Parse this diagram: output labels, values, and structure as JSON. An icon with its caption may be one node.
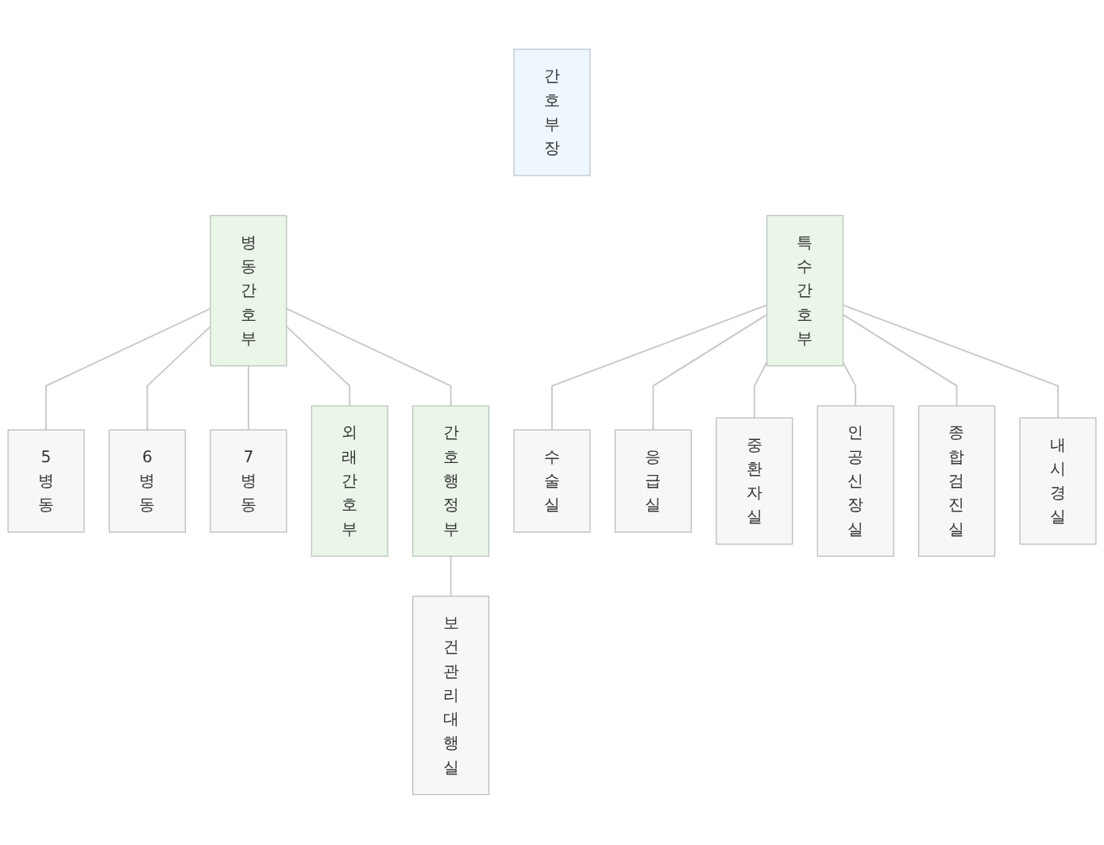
{
  "diagram": {
    "nodes": [
      {
        "text": [
          "간호부장"
        ]
      },
      {
        "text": [
          "병동간호부"
        ]
      },
      {
        "text": [
          "5병동"
        ]
      },
      {
        "text": [
          "6병동"
        ]
      },
      {
        "text": [
          "7병동"
        ]
      },
      {
        "text": [
          "외래간호부"
        ]
      },
      {
        "text": [
          "간호행정부"
        ]
      },
      {
        "text": [
          "보건관리대행실"
        ]
      },
      {
        "text": [
          "특수간호부"
        ]
      },
      {
        "text": [
          "수술실"
        ]
      },
      {
        "text": [
          "응급실"
        ]
      },
      {
        "text": [
          "중환자실"
        ]
      },
      {
        "text": [
          "인공신장실"
        ]
      },
      {
        "text": [
          "종합검진실"
        ]
      },
      {
        "text": [
          "내시경실"
        ]
      }
    ],
    "edges": [
      {
        "from": 1,
        "to": 5,
        "arrow": "none"
      },
      {
        "from": 1,
        "to": 6,
        "arrow": "none"
      },
      {
        "from": 1,
        "to": 2,
        "arrow": "none"
      },
      {
        "from": 1,
        "to": 3,
        "arrow": "none"
      },
      {
        "from": 1,
        "to": 4,
        "arrow": "none"
      },
      {
        "from": 6,
        "to": 7,
        "arrow": "none"
      },
      {
        "from": 8,
        "to": 9,
        "arrow": "none"
      },
      {
        "from": 8,
        "to": 10,
        "arrow": "none"
      },
      {
        "from": 8,
        "to": 11,
        "arrow": "none"
      },
      {
        "from": 8,
        "to": 12,
        "arrow": "none"
      },
      {
        "from": 8,
        "to": 13,
        "arrow": "none"
      },
      {
        "from": 8,
        "to": 14,
        "arrow": "none"
      }
    ]
  }
}
